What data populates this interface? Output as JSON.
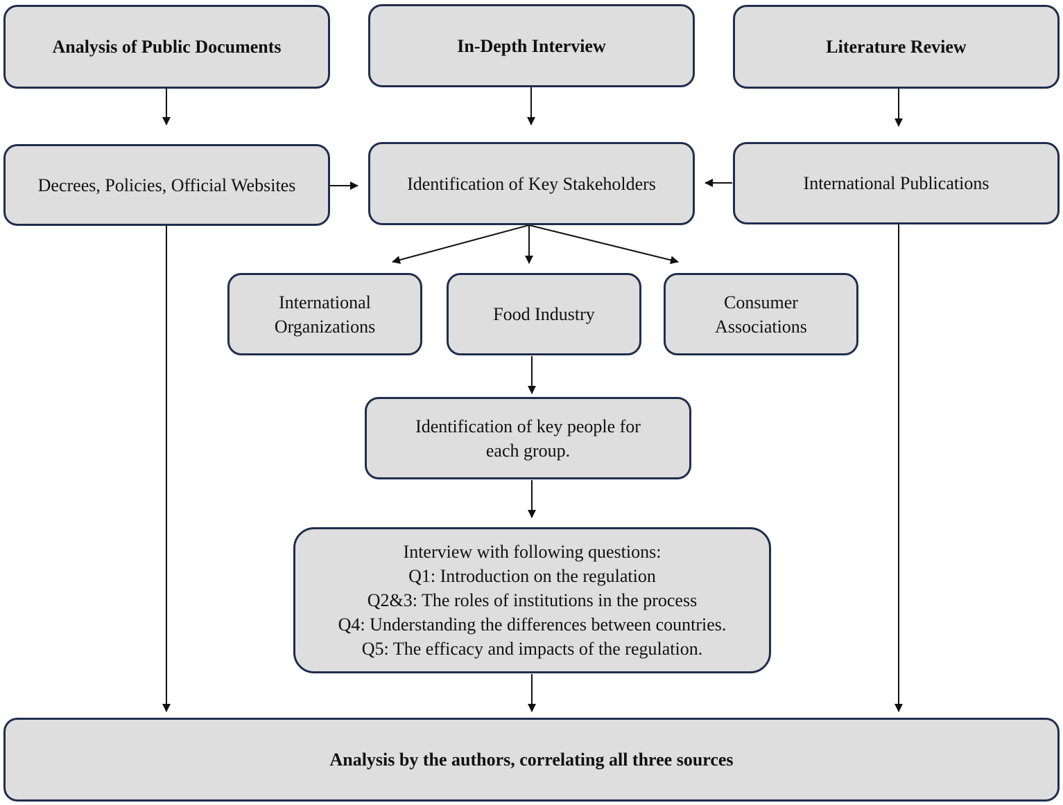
{
  "colors": {
    "box_fill": "#dedede",
    "box_border": "#1f2d4d",
    "arrow": "#111111"
  },
  "nodes": {
    "public_docs": "Analysis of Public Documents",
    "interview": "In-Depth Interview",
    "literature": "Literature Review",
    "decrees": "Decrees, Policies, Official Websites",
    "stakeholders": "Identification of Key Stakeholders",
    "publications": "International Publications",
    "intl_orgs": [
      "International",
      "Organizations"
    ],
    "food_industry": "Food Industry",
    "consumer_assoc": [
      "Consumer",
      "Associations"
    ],
    "key_people": [
      "Identification of key people for",
      "each group."
    ],
    "questions": [
      "Interview with following questions:",
      "Q1: Introduction on the regulation",
      "Q2&3: The roles of institutions in the process",
      "Q4: Understanding the differences between countries.",
      "Q5: The efficacy and impacts of the regulation."
    ],
    "analysis": "Analysis by the authors, correlating all three sources"
  }
}
